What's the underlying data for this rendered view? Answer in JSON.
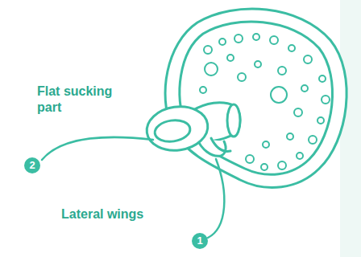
{
  "diagram": {
    "labels": [
      "Flat sucking part",
      "2",
      "Lateral wings",
      "1"
    ]
  }
}
